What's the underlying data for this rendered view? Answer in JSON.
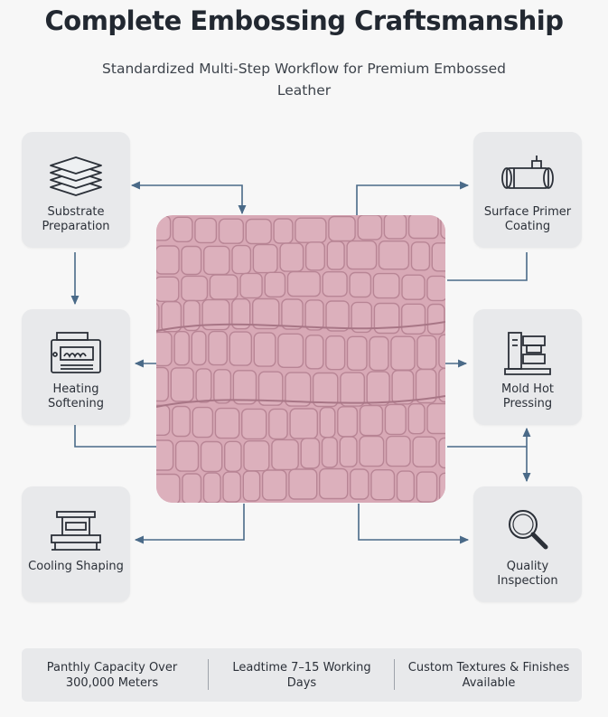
{
  "title": "Complete Embossing Craftsmanship",
  "subtitle": "Standardized Multi-Step Workflow for Premium Embossed Leather",
  "steps": [
    {
      "label": "Substrate Preparation",
      "icon": "layers-icon"
    },
    {
      "label": "Surface Primer Coating",
      "icon": "roller-coater-icon"
    },
    {
      "label": "Heating Softening",
      "icon": "heating-oven-icon"
    },
    {
      "label": "Mold Hot Pressing",
      "icon": "hot-press-icon"
    },
    {
      "label": "Cooling Shaping",
      "icon": "press-table-icon"
    },
    {
      "label": "Quality Inspection",
      "icon": "magnifier-icon"
    }
  ],
  "center_image": {
    "description_icon": "embossed-leather-texture",
    "color": "#d8a9b6"
  },
  "footer": [
    {
      "text": "Panthly Capacity Over 300,000 Meters"
    },
    {
      "text": "Leadtime 7–15 Working Days"
    },
    {
      "text": "Custom Textures & Finishes Available"
    }
  ],
  "colors": {
    "background": "#f7f7f7",
    "card": "#e8e9eb",
    "connector": "#4a6a88",
    "texture": "#d8a9b6"
  }
}
